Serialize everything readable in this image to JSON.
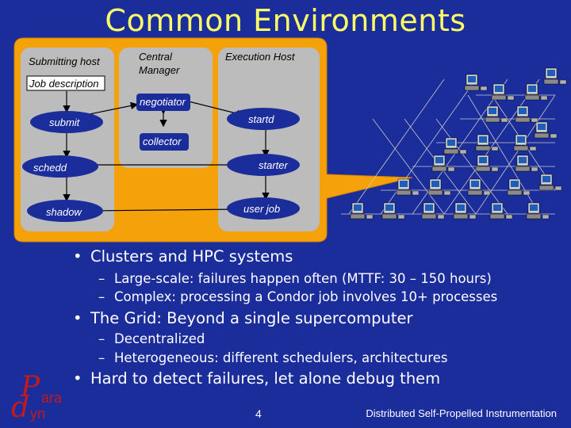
{
  "title": "Common Environments",
  "diagram": {
    "submitting_host": "Submitting host",
    "central_manager": "Central Manager",
    "central_manager_line1": "Central",
    "central_manager_line2": "Manager",
    "execution_host": "Execution Host",
    "job_description": "Job description",
    "negotiator": "negotiator",
    "collector": "collector",
    "submit": "submit",
    "startd": "startd",
    "schedd": "schedd",
    "starter": "starter",
    "shadow": "shadow",
    "user_job": "user job"
  },
  "bullets": [
    {
      "text": "Clusters and HPC systems",
      "sub": [
        "Large-scale: failures happen often (MTTF: 30 – 150 hours)",
        "Complex: processing a Condor job involves 10+ processes"
      ]
    },
    {
      "text": "The Grid: Beyond a single supercomputer",
      "sub": [
        "Decentralized",
        "Heterogeneous: different schedulers, architectures"
      ]
    },
    {
      "text": "Hard to detect failures, let alone debug them",
      "sub": []
    }
  ],
  "logo": {
    "p": "P",
    "ara": "ara",
    "d": "d",
    "yn": "yn"
  },
  "page_number": "4",
  "footer": "Distributed Self-Propelled Instrumentation",
  "colors": {
    "background": "#1b2d9a",
    "title": "#ffff66",
    "callout": "#f5a10a",
    "panel": "#bcbcbc",
    "logo": "#c41a1a"
  }
}
